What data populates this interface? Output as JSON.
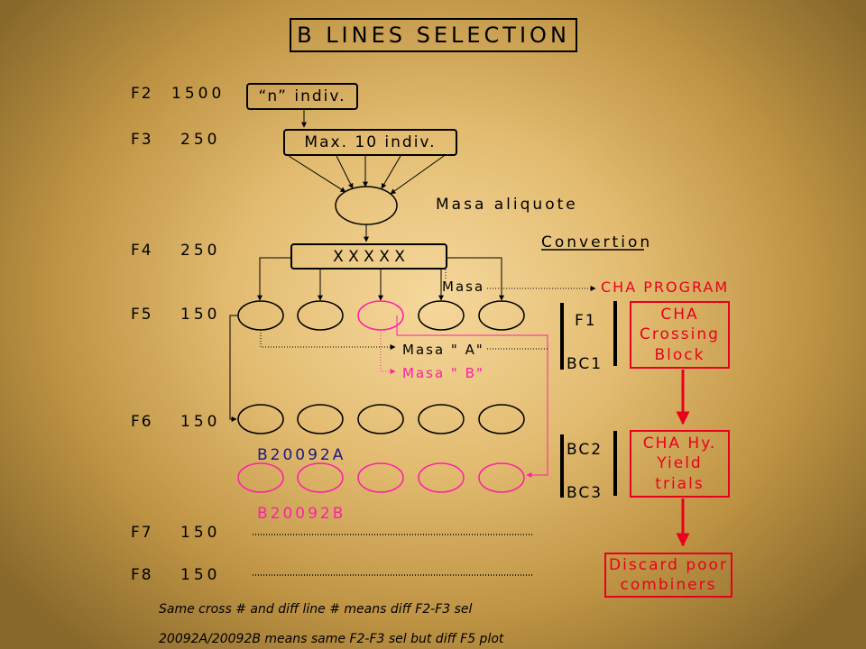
{
  "title": "B LINES SELECTION",
  "generations": [
    {
      "label": "F2",
      "count": "1500"
    },
    {
      "label": "F3",
      "count": "250"
    },
    {
      "label": "F4",
      "count": "250"
    },
    {
      "label": "F5",
      "count": "150"
    },
    {
      "label": "F6",
      "count": "150"
    },
    {
      "label": "F7",
      "count": "150"
    },
    {
      "label": "F8",
      "count": "150"
    }
  ],
  "boxes": {
    "n_indiv": "“n” indiv.",
    "max_indiv": "Max. 10 indiv.",
    "crosses": "X X X X X"
  },
  "labels": {
    "masa_aliquote": "Masa aliquote",
    "convertion": "Convertion",
    "masa": "Masa",
    "cha_program": "CHA PROGRAM",
    "masa_a": "Masa \" A\"",
    "masa_b": "Masa \" B\"",
    "line_a": "B20092A",
    "line_b": "B20092B"
  },
  "conversion": {
    "f1": "F1",
    "bc1": "BC1",
    "bc2": "BC2",
    "bc3": "BC3"
  },
  "cha_boxes": {
    "crossing_block": [
      "CHA",
      "Crossing",
      "Block"
    ],
    "yield_trials": [
      "CHA Hy.",
      "Yield",
      "trials"
    ],
    "discard": [
      "Discard poor",
      "combiners"
    ]
  },
  "notes": [
    "Same cross # and diff line # means diff F2-F3 sel",
    "20092A/20092B  means same F2-F3 sel but diff F5 plot"
  ],
  "colors": {
    "pink": "#ff1fa8",
    "red": "#e8001c",
    "navy": "#1a1a80"
  }
}
